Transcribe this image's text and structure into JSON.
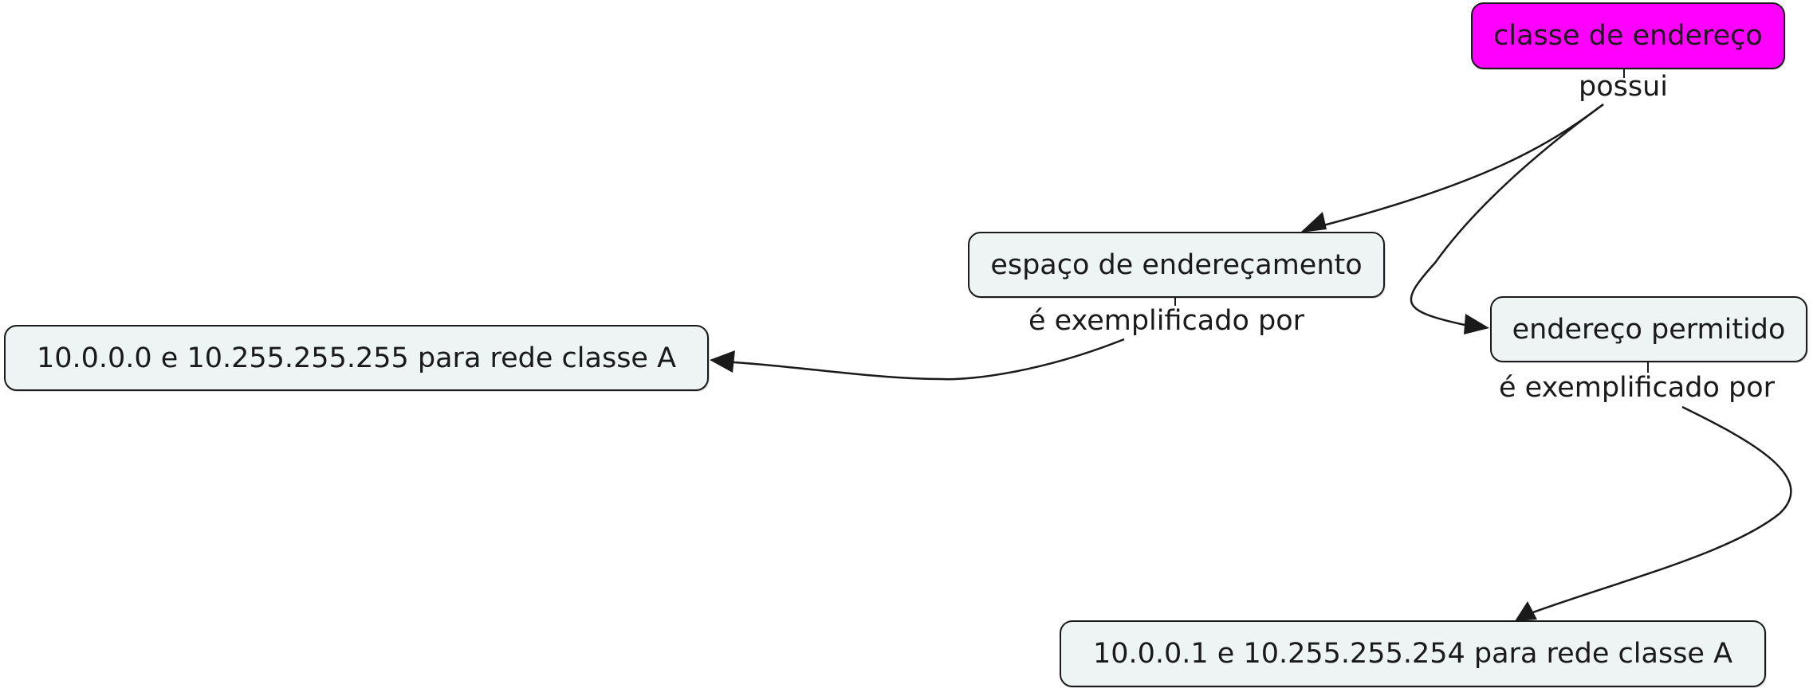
{
  "colors": {
    "root_fill": "#ff00ff",
    "node_fill": "#eef3f4",
    "stroke": "#1a1a1a"
  },
  "concepts": {
    "classe": "classe de endereço",
    "espaco": "espaço de endereçamento",
    "permitido": "endereço permitido",
    "exemplo_a": "10.0.0.0 e 10.255.255.255 para rede classe A",
    "exemplo_b": "10.0.0.1 e 10.255.255.254 para rede classe A"
  },
  "links": {
    "possui": "possui",
    "exemplificado_1": "é exemplificado por",
    "exemplificado_2": "é exemplificado por"
  }
}
